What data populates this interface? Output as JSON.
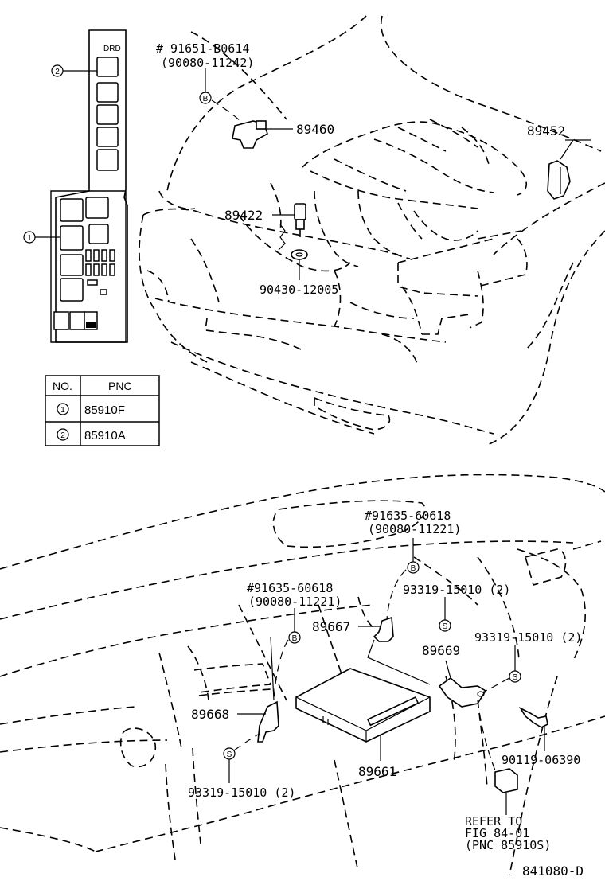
{
  "fuse_box_legend": {
    "callout_upper": "2",
    "callout_lower": "1",
    "relay_label": "DRD"
  },
  "upper": {
    "bolt_b": {
      "line1": "#  91651-B0614",
      "line2": "(90080-11242)",
      "symbol": "B"
    },
    "part_89460": "89460",
    "part_89452": "89452",
    "part_89422": "89422",
    "part_90430": "90430-12005"
  },
  "pnc_table": {
    "headers": [
      "NO.",
      "PNC"
    ],
    "rows": [
      {
        "no": "1",
        "pnc": "85910F"
      },
      {
        "no": "2",
        "pnc": "85910A"
      }
    ]
  },
  "lower": {
    "bolt_top": {
      "line1": "#91635-60618",
      "line2": "(90080-11221)",
      "symbol": "B"
    },
    "bolt_left": {
      "line1": "#91635-60618",
      "line2": "(90080-11221)",
      "symbol": "B"
    },
    "screw_upper": {
      "label": "93319-15010 (2)",
      "symbol": "S"
    },
    "screw_right": {
      "label": "93319-15010 (2)",
      "symbol": "S"
    },
    "screw_left": {
      "label": "93319-15010 (2)",
      "symbol": "S"
    },
    "part_89667": "89667",
    "part_89669": "89669",
    "part_89668": "89668",
    "part_89661": "89661",
    "part_90119": "90119-06390",
    "refer": {
      "line1": "REFER TO",
      "line2": "FIG 84-01",
      "line3": "(PNC 85910S)"
    }
  },
  "figure_id": "841080-D"
}
